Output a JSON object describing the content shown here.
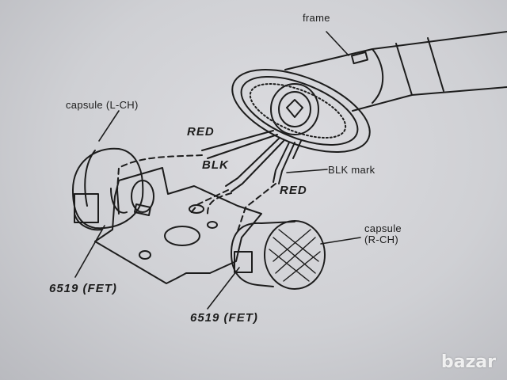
{
  "labels": {
    "frame": "frame",
    "capsule_left_line1": "capsule (L-CH)",
    "red_top": "RED",
    "blk": "BLK",
    "blk_mark": "BLK mark",
    "red_bottom": "RED",
    "capsule_right_line1": "capsule",
    "capsule_right_line2": "(R-CH)",
    "fet_left": "6519 (FET)",
    "fet_right": "6519 (FET)"
  },
  "watermark": "bazar",
  "colors": {
    "paper": "#d4d5d9",
    "ink": "#1c1c1c"
  }
}
